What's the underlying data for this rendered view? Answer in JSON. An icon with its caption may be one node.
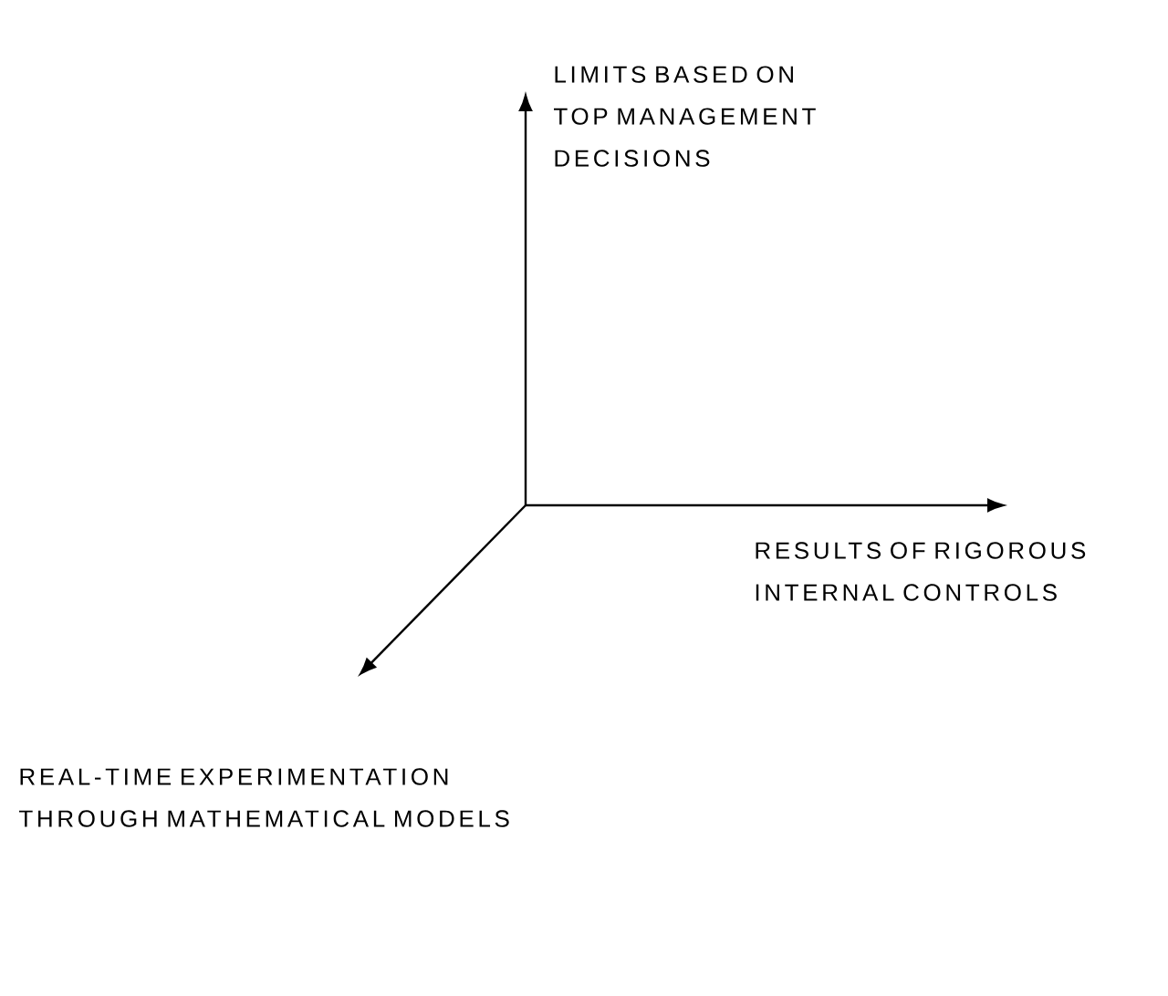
{
  "diagram": {
    "labels": [
      "LIMITS BASED ON TOP MANAGEMENT DECISIONS",
      "RESULTS OF RIGOROUS INTERNAL CONTROLS",
      "REAL-TIME EXPERIMENTATION THROUGH MATHEMATICAL MODELS"
    ]
  }
}
